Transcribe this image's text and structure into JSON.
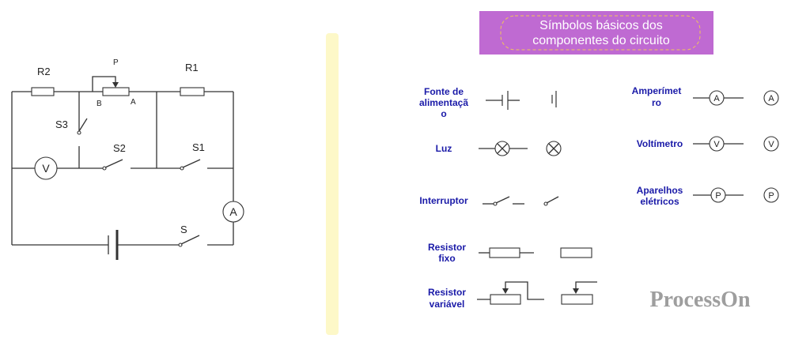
{
  "circuit": {
    "labels": {
      "r2": "R2",
      "r1": "R1",
      "p": "P",
      "b": "B",
      "a": "A",
      "s3": "S3",
      "s2": "S2",
      "s1": "S1",
      "s": "S",
      "voltmeter": "V",
      "ammeter": "A"
    }
  },
  "legend": {
    "title_line1": "Símbolos básicos dos",
    "title_line2": "componentes do circuito",
    "title_color": "#bf6ad2",
    "items": {
      "fonte": [
        "Fonte de",
        "alimentaçã",
        "o"
      ],
      "luz": [
        "Luz"
      ],
      "interruptor": [
        "Interruptor"
      ],
      "resistor_fixo": [
        "Resistor",
        "fixo"
      ],
      "resistor_variavel": [
        "Resistor",
        "variável"
      ],
      "amperimetro": [
        "Amperímet",
        "ro"
      ],
      "voltimetro": [
        "Voltímetro"
      ],
      "aparelhos": [
        "Aparelhos",
        "elétricos"
      ]
    },
    "symbols": {
      "a": "A",
      "v": "V",
      "p": "P"
    }
  },
  "watermark": "ProcessOn",
  "colors": {
    "label_blue": "#1a1aa8",
    "divider": "#fdf8c8"
  }
}
